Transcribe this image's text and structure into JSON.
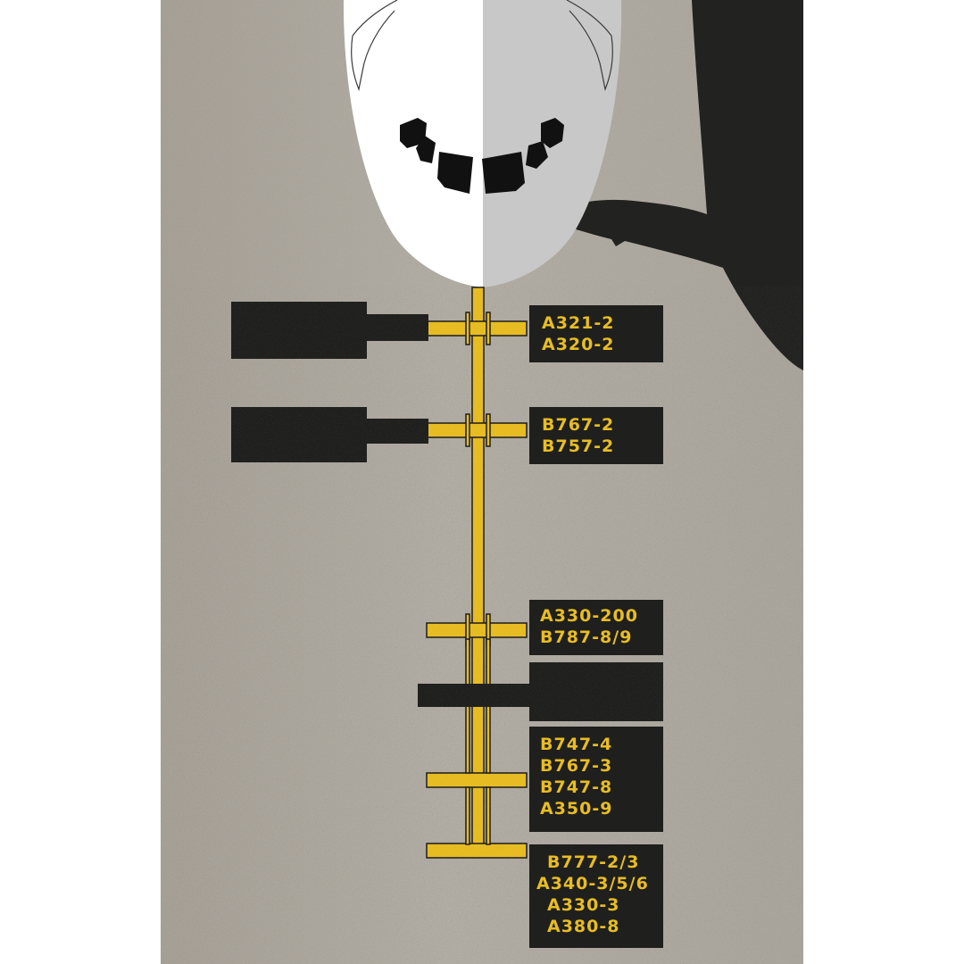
{
  "colors": {
    "background": "#ada89f",
    "stripe_yellow": "#e8bd22",
    "block_black": "#1f1f1d",
    "nose_white": "#ffffff",
    "nose_grey": "#c8c8c8",
    "shadow": "#222220"
  },
  "stands": [
    {
      "lines": [
        "A321-2",
        "A320-2"
      ]
    },
    {
      "lines": [
        "B767-2",
        "B757-2"
      ]
    },
    {
      "lines": [
        "A330-200",
        "B787-8/9"
      ]
    },
    {
      "lines": [
        "B747-4",
        "B767-3",
        "B747-8",
        "A350-9"
      ]
    },
    {
      "lines": [
        "B777-2/3",
        "A340-3/5/6",
        "A330-3",
        "A380-8"
      ]
    }
  ]
}
